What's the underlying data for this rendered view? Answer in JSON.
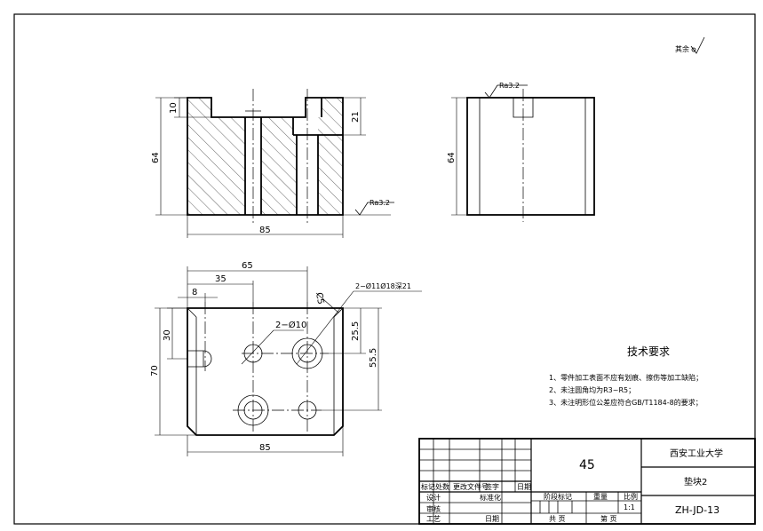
{
  "drawing": {
    "surface_roughness_general": "其余",
    "front_view": {
      "dim_height": "64",
      "dim_step_10": "10",
      "dim_step_21": "21",
      "dim_width": "85",
      "roughness": "Ra3.2"
    },
    "side_view": {
      "dim_height": "64",
      "roughness": "Ra3.2"
    },
    "top_view": {
      "dim_65": "65",
      "dim_35": "35",
      "dim_8": "8",
      "dim_30": "30",
      "dim_70": "70",
      "dim_25_5": "25.5",
      "dim_55_5": "55.5",
      "dim_85": "85",
      "hole_note_1": "2−Ø10",
      "hole_note_2": "2−Ø11Ø18深21",
      "chamfer_note": "C5"
    },
    "technical_requirements": {
      "title": "技术要求",
      "items": [
        "1、零件加工表面不应有划痕、擦伤等加工缺陷；",
        "2、未注圆角均为R3~R5；",
        "3、未注明形位公差应符合GB/T1184-8的要求；"
      ]
    }
  },
  "title_block": {
    "material": "45",
    "school": "西安工业大学",
    "part_name": "垫块2",
    "drawing_no": "ZH-JD-13",
    "row_labels": {
      "mark": "标记",
      "count": "处数",
      "change_doc": "更改文件号",
      "sign": "签字",
      "date": "日期",
      "design": "设计",
      "standardize": "标准化",
      "review": "审核",
      "process": "工艺",
      "date2": "日期"
    },
    "stage_label": "阶段标记",
    "weight_label": "重量",
    "scale_label": "比例",
    "scale_value": "1:1",
    "sheet_total": "共  页",
    "sheet_no": "第  页"
  }
}
